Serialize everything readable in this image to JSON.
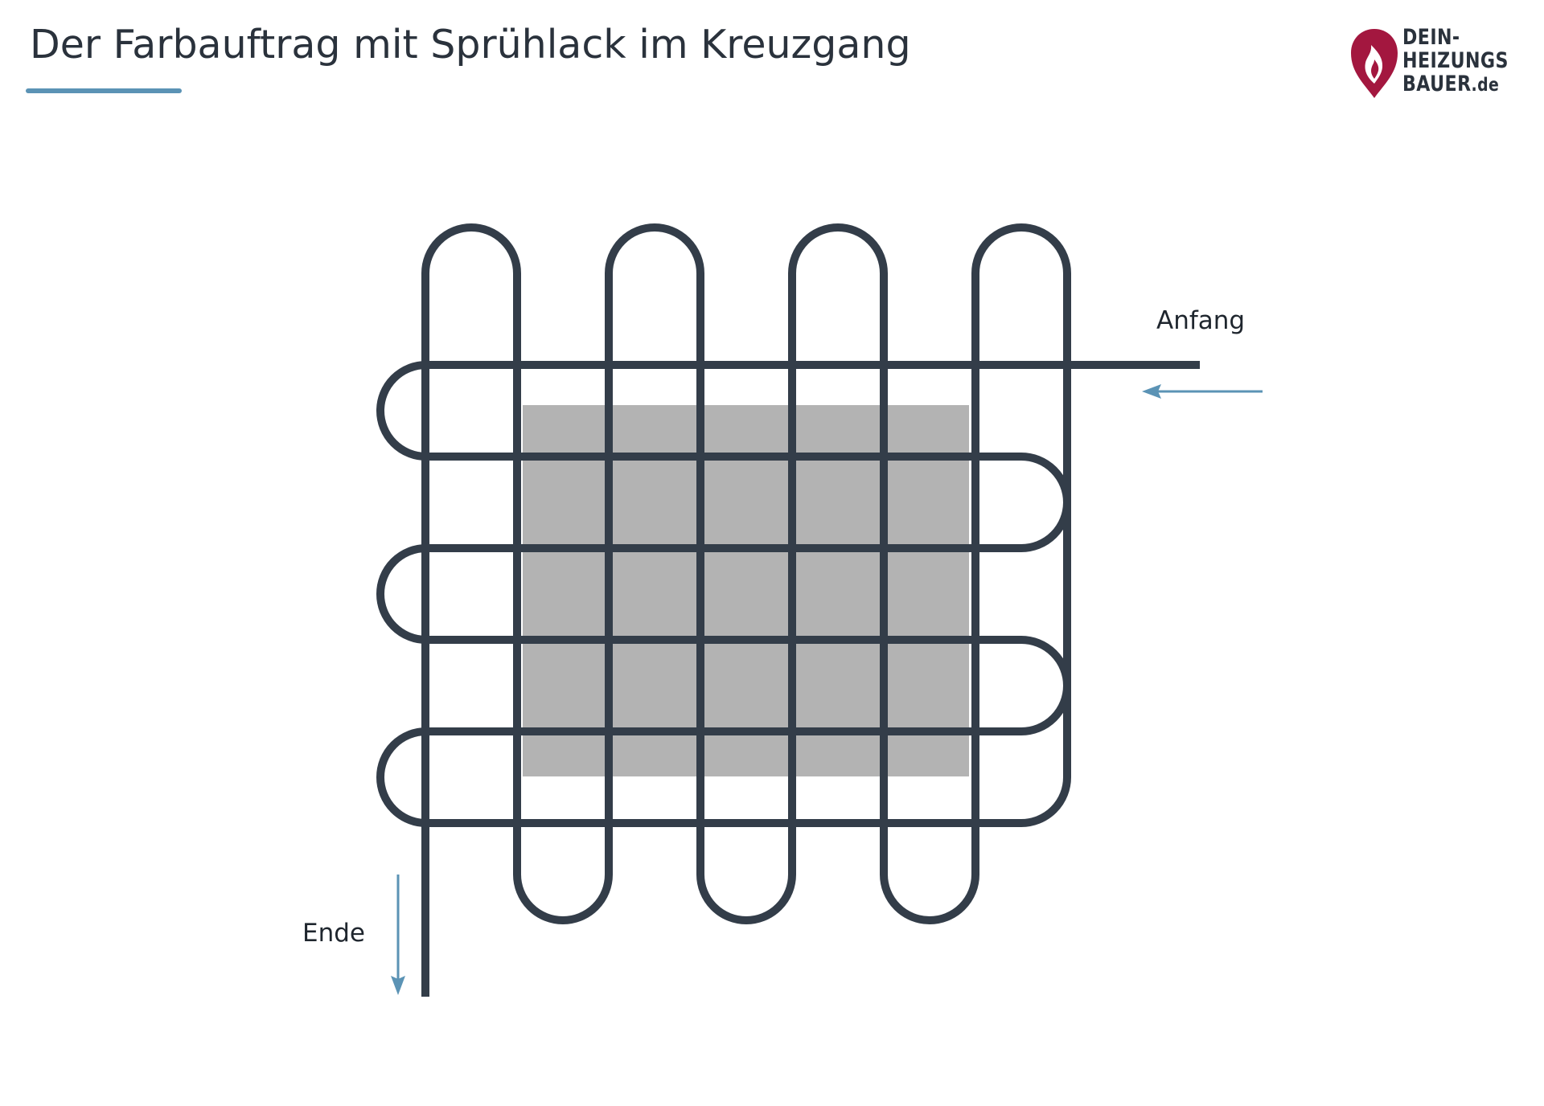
{
  "title": "Der Farbauftrag mit Sprühlack im Kreuzgang",
  "logo": {
    "line1": "DEIN-",
    "line2": "HEIZUNGS",
    "line3": "BAUER",
    "suffix": ".de"
  },
  "diagram": {
    "start_label": "Anfang",
    "end_label": "Ende"
  },
  "colors": {
    "text": "#2a323c",
    "path": "#333d49",
    "accent_blue": "#5b93b5",
    "painted_area": "#b3b3b3",
    "logo_red": "#a3173f"
  }
}
